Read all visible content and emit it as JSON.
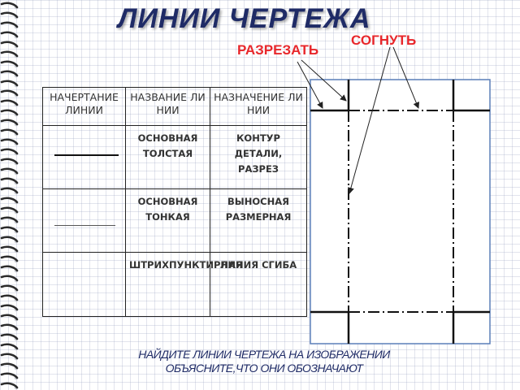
{
  "slide": {
    "title": "ЛИНИИ ЧЕРТЕЖА",
    "labels": {
      "cut": "РАЗРЕЗАТЬ",
      "fold": "СОГНУТЬ"
    },
    "colors": {
      "title": "#1f2b66",
      "labels": "#e8272b",
      "diagram_fill": "#ffffff",
      "diagram_border": "#5a7fb8"
    }
  },
  "table": {
    "headers": [
      "НАЧЕРТАНИЕ ЛИНИИ",
      "НАЗВАНИЕ ЛИНИИ",
      "НАЗНАЧЕНИЕ ЛИНИИ"
    ],
    "rows": [
      {
        "sample": "thick-solid",
        "name": "ОСНОВНАЯ ТОЛСТАЯ",
        "purpose": "КОНТУР ДЕТАЛИ, РАЗРЕЗ"
      },
      {
        "sample": "thin-solid",
        "name": "ОСНОВНАЯ ТОНКАЯ",
        "purpose": "ВЫНОСНАЯ РАЗМЕРНАЯ"
      },
      {
        "sample": "empty",
        "name": "ШТРИХПУНКТИРНАЯ",
        "purpose": "ЛИНИЯ СГИБА"
      }
    ]
  },
  "footer": {
    "line1": "НАЙДИТЕ ЛИНИИ ЧЕРТЕЖА НА ИЗОБРАЖЕНИИ",
    "line2": "ОБЪЯСНИТЕ,ЧТО ОНИ ОБОЗНАЧАЮТ"
  }
}
